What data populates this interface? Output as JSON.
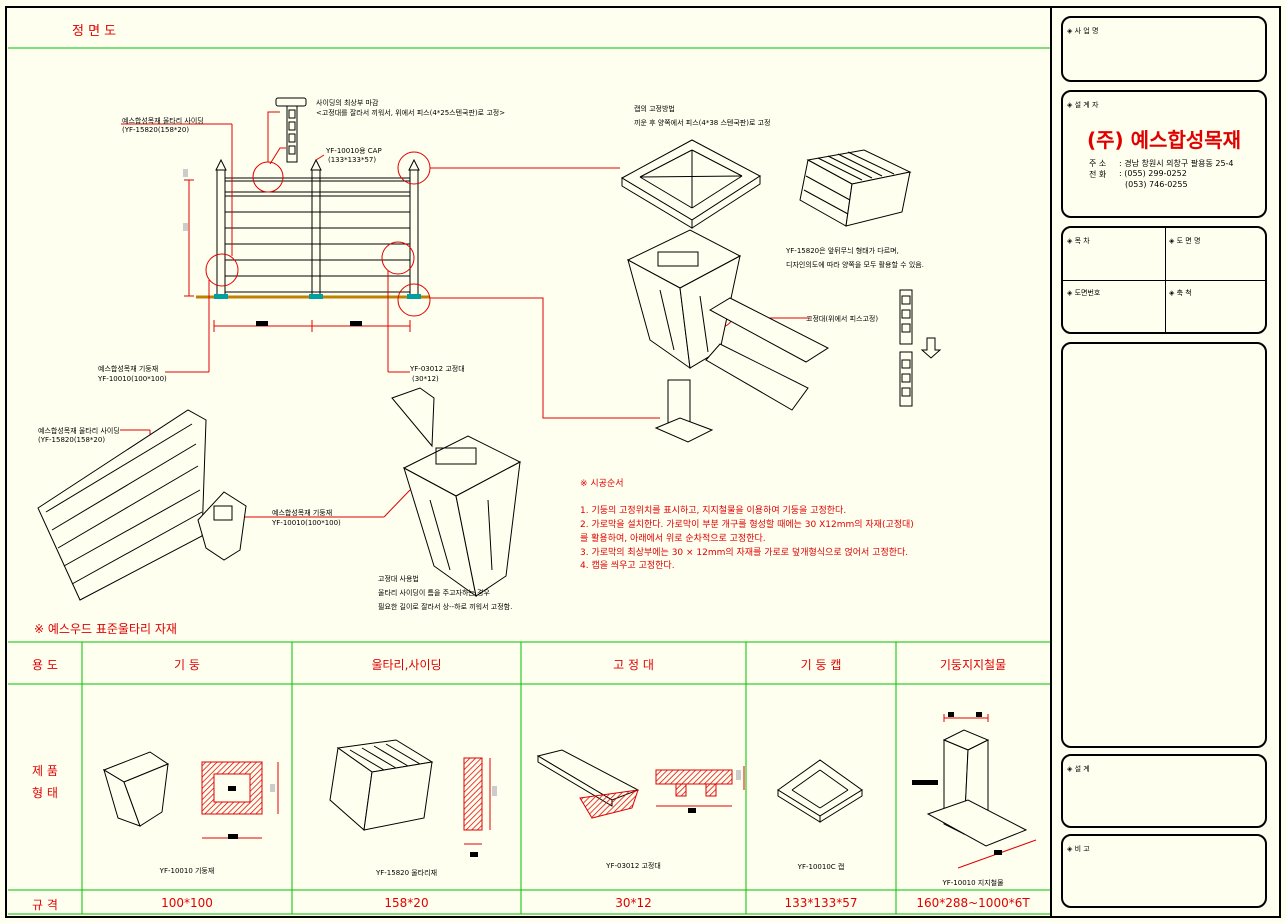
{
  "drawing": {
    "title": "정 면 도",
    "section_title": "※ 예스우드 표준울타리 자재"
  },
  "annotations": {
    "siding_top_note_1": "사이딩의 최상부 마감",
    "siding_top_note_2": "<고정대를 잘라서 끼워서, 위에서 피스(4*25스텐국판)로 고정>",
    "cap_label_1": "YF-10010용 CAP",
    "cap_label_2": "(133*133*57)",
    "siding_label_1": "예스합성목재 울타리 사이딩",
    "siding_label_2": "(YF-15820(158*20)",
    "cap_method_1": "캡의 고정방법",
    "cap_method_2": "끼운 후 양쪽에서 피스(4*38 스텐국판)로 고정",
    "yf15820_note_1": "YF-15820은 앞뒤무늬 형태가 다르며,",
    "yf15820_note_2": "디자인의도에 따라 양쪽을 모두 활용할 수 있음.",
    "fixer_note": "고정대(위에서 피스고정)",
    "post_label_1": "예스합성목재 기둥재",
    "post_label_2": "YF-10010(100*100)",
    "fixer_label_1": "YF-03012 고정대",
    "fixer_label_2": "(30*12)",
    "siding_label2_1": "예스합성목재 울타리 사이딩",
    "siding_label2_2": "(YF-15820(158*20)",
    "post_label2_1": "예스합성목재 기둥재",
    "post_label2_2": "YF-10010(100*100)",
    "fixer_usage_1": "고정대 사용법",
    "fixer_usage_2": "울타리 사이딩이 틈을 주고자하는 경우",
    "fixer_usage_3": "필요한 길이로 잘라서 상--하로 끼워서 고정함."
  },
  "construction": {
    "heading": "※  시공순서",
    "steps": [
      "1.  기둥의 고정위치를 표시하고,  지지철물을 이용하여 기둥을 고정한다.",
      "2.  가로막을 설치한다. 가로막이 부분 개구를 형성할 때에는 30 X12mm의  자재(고정대)",
      "     를 활용하여,  아래에서  위로  순차적으로  고정한다.",
      "3.  가로막의 최상부에는 30 × 12mm의  자재를 가로로 덮개형식으로 얹어서  고정한다.",
      "4.  캡을 씌우고 고정한다."
    ]
  },
  "table": {
    "row_label_use": "용 도",
    "row_label_shape_1": "제 품",
    "row_label_shape_2": "형 태",
    "row_label_spec": "규 격",
    "columns": [
      {
        "header": "기 둥",
        "caption": "YF-10010 기둥재",
        "spec": "100*100"
      },
      {
        "header": "울타리,사이딩",
        "caption": "YF-15820 울타리재",
        "spec": "158*20"
      },
      {
        "header": "고 정 대",
        "caption": "YF-03012 고정대",
        "spec": "30*12"
      },
      {
        "header": "기 둥 캡",
        "caption": "YF-10010C 캡",
        "spec": "133*133*57"
      },
      {
        "header": "기둥지지철물",
        "caption": "YF-10010 지지철물",
        "spec": "160*288~1000*6T"
      }
    ]
  },
  "title_block": {
    "project_label": "사 업 명",
    "designer_label": "설 계 자",
    "company": "(주) 예스합성목재",
    "address_label": "주    소",
    "address": ": 경남 창원시 의창구 팔용동 25-4",
    "phone_label": "전    화",
    "phone_1": ": (055) 299-0252",
    "phone_2": "(053) 746-0255",
    "drawing_name_label": "도 면 명",
    "title_label": "목 차",
    "drawing_no_label": "도면번호",
    "scale_label": "축 척",
    "remark_label": "설 계",
    "note_label": "비 고"
  },
  "colors": {
    "background": "#fffff0",
    "border": "#000000",
    "grid": "#00c000",
    "accent": "#e00000"
  }
}
